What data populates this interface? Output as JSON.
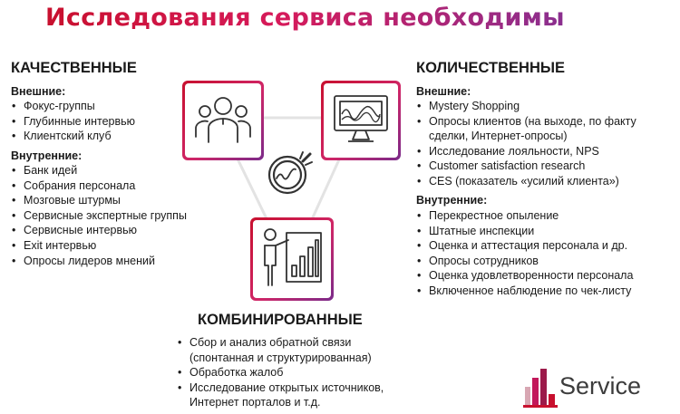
{
  "title": "Исследования сервиса необходимы",
  "qualitative": {
    "heading": "КАЧЕСТВЕННЫЕ",
    "external_label": "Внешние:",
    "external": [
      "Фокус-группы",
      "Глубинные интервью",
      "Клиентский клуб"
    ],
    "internal_label": "Внутренние:",
    "internal": [
      "Банк идей",
      "Собрания персонала",
      "Мозговые штурмы",
      "Сервисные экспертные группы",
      "Сервисные интервью",
      "Exit интервью",
      "Опросы лидеров мнений"
    ]
  },
  "quantitative": {
    "heading": "КОЛИЧЕСТВЕННЫЕ",
    "external_label": "Внешние:",
    "external": [
      "Mystery Shopping",
      "Опросы клиентов (на выходе, по факту",
      "сделки, Интернет-опросы)",
      "Исследование лояльности, NPS",
      "Customer satisfaction research",
      "CES (показатель «усилий клиента»)"
    ],
    "internal_label": "Внутренние:",
    "internal": [
      "Перекрестное опыление",
      "Штатные инспекции",
      "Оценка и аттестация персонала и др.",
      "Опросы сотрудников",
      "Оценка удовлетворенности персонала",
      "Включенное наблюдение по чек-листу"
    ]
  },
  "combined": {
    "heading": "КОМБИНИРОВАННЫЕ",
    "items": [
      "Сбор и анализ обратной связи",
      "(спонтанная и структурированная)",
      "Обработка жалоб",
      "Исследование открытых источников,",
      "Интернет порталов и т.д."
    ]
  },
  "icons": {
    "people": "people-group-icon",
    "monitor": "monitor-chart-icon",
    "presenter": "presenter-chart-icon",
    "magnifier": "magnifier-chart-icon"
  },
  "colors": {
    "accent_red": "#c8102e",
    "accent_pink": "#d61a5a",
    "accent_purple": "#8a2f8f",
    "logo_dot": "#c8102e"
  },
  "logo": {
    "text": "Service"
  }
}
